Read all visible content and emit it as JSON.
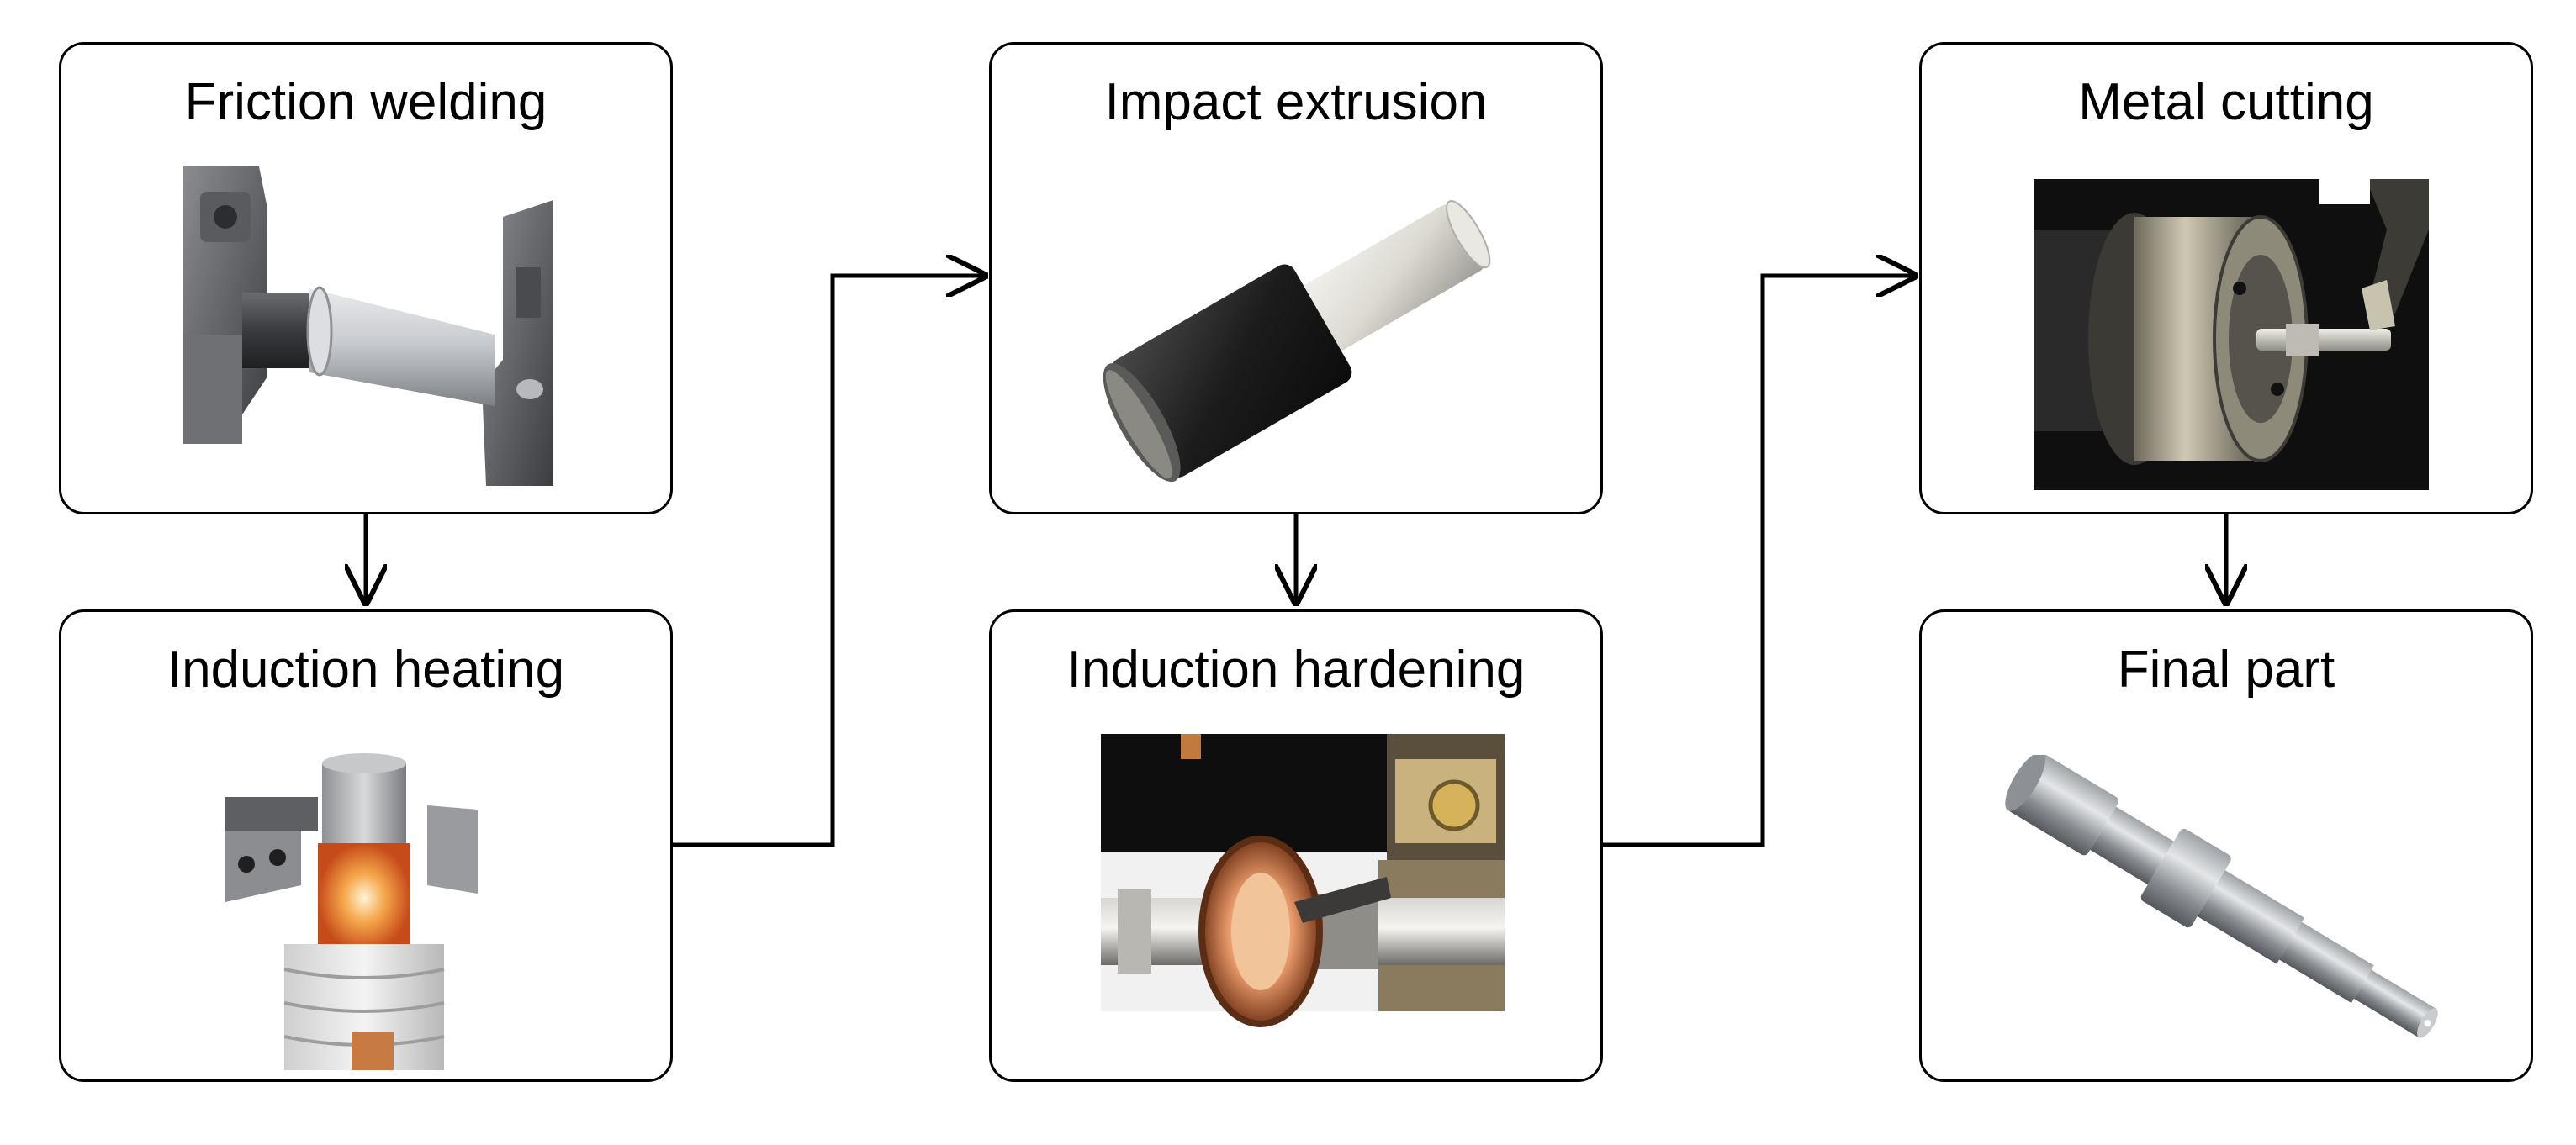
{
  "nodes": {
    "friction_welding": {
      "label": "Friction welding"
    },
    "impact_extrusion": {
      "label": "Impact extrusion"
    },
    "metal_cutting": {
      "label": "Metal cutting"
    },
    "induction_heating": {
      "label": "Induction heating"
    },
    "induction_hardening": {
      "label": "Induction hardening"
    },
    "final_part": {
      "label": "Final part"
    }
  },
  "edges": [
    {
      "from": "friction_welding",
      "to": "induction_heating"
    },
    {
      "from": "induction_heating",
      "to": "impact_extrusion"
    },
    {
      "from": "impact_extrusion",
      "to": "induction_hardening"
    },
    {
      "from": "induction_hardening",
      "to": "metal_cutting"
    },
    {
      "from": "metal_cutting",
      "to": "final_part"
    }
  ]
}
